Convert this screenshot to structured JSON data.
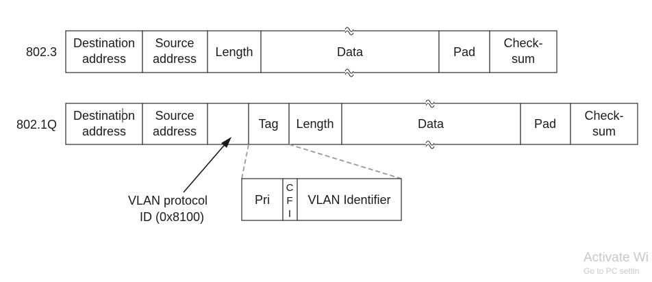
{
  "rows": {
    "r8023": {
      "label": "802.3",
      "dest_line1": "Destination",
      "dest_line2": "address",
      "src_line1": "Source",
      "src_line2": "address",
      "length": "Length",
      "data": "Data",
      "pad": "Pad",
      "check_line1": "Check-",
      "check_line2": "sum"
    },
    "r8021q": {
      "label": "802.1Q",
      "dest_line1": "Destination",
      "dest_line2": "address",
      "src_line1": "Source",
      "src_line2": "address",
      "tag": "Tag",
      "length": "Length",
      "data": "Data",
      "pad": "Pad",
      "check_line1": "Check-",
      "check_line2": "sum"
    }
  },
  "tag_detail": {
    "pri": "Pri",
    "cfi_c": "C",
    "cfi_f": "F",
    "cfi_i": "I",
    "vlan_id": "VLAN Identifier"
  },
  "annotation": {
    "line1": "VLAN protocol",
    "line2": "ID (0x8100)"
  },
  "watermark": {
    "line1": "Activate Wi",
    "line2": "Go to PC settin"
  }
}
